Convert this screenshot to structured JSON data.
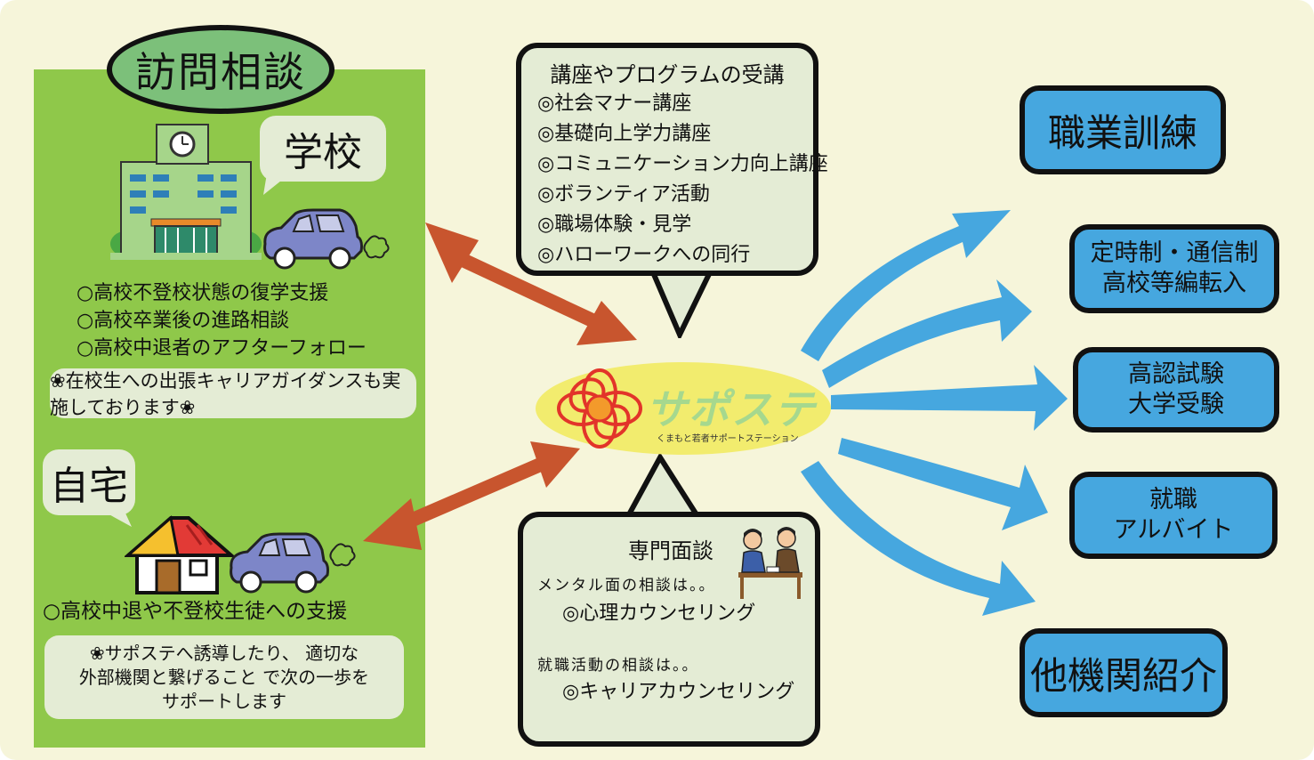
{
  "visit": {
    "title": "訪問相談",
    "school": {
      "label": "学校",
      "items": [
        "○高校不登校状態の復学支援",
        "○高校卒業後の進路相談",
        "○高校中退者のアフターフォロー"
      ],
      "note": "❀在校生への出張キャリアガイダンスも実施しております❀"
    },
    "home": {
      "label": "自宅",
      "item": "○高校中退や不登校生徒への支援",
      "note_lines": [
        "❀サポステへ誘導したり、 適切な",
        "外部機関と繋げること で次の一歩を",
        "サポートします"
      ]
    }
  },
  "programs": {
    "title": "講座やプログラムの受講",
    "items": [
      "◎社会マナー講座",
      "◎基礎向上学力講座",
      "◎コミュニケーション力向上講座",
      "◎ボランティア活動",
      "◎職場体験・見学",
      "◎ハローワークへの同行"
    ]
  },
  "consult": {
    "title": "専門面談",
    "mental_heading": "メンタル面の相談は。。",
    "mental_item": "◎心理カウンセリング",
    "job_heading": "就職活動の相談は。。",
    "job_item": "◎キャリアカウンセリング"
  },
  "logo": {
    "name": "サポステ",
    "subtitle": "くまもと若者サポートステーション"
  },
  "destinations": [
    {
      "lines": [
        "職業訓練"
      ]
    },
    {
      "lines": [
        "定時制・通信制",
        "高校等編転入"
      ]
    },
    {
      "lines": [
        "高認試験",
        "大学受験"
      ]
    },
    {
      "lines": [
        "就職",
        "アルバイト"
      ]
    },
    {
      "lines": [
        "他機関紹介"
      ]
    }
  ],
  "colors": {
    "panel_green": "#8fc84a",
    "bubble": "#e4ecd5",
    "dest_blue": "#46a7df",
    "double_arrow": "#c8552e",
    "logo_yellow": "#f2ec6e"
  },
  "icons": [
    "school-building-icon",
    "car-icon",
    "house-icon",
    "counseling-people-icon",
    "flower-logo-icon"
  ]
}
